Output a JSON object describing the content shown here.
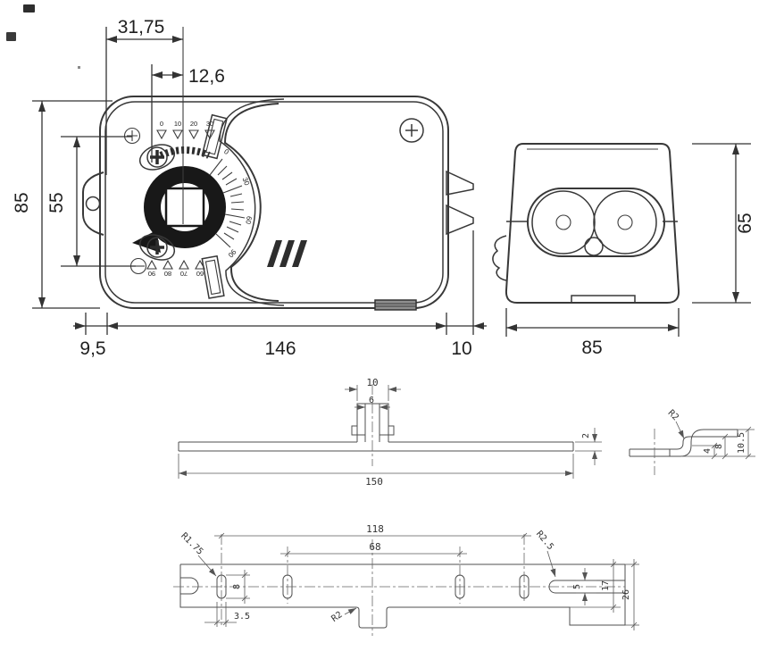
{
  "drawing": {
    "front_view": {
      "dim_top_width": "31,75",
      "dim_shaft_offset": "12,6",
      "dim_total_height": "85",
      "dim_screw_spacing": "55",
      "dim_left_ear": "9,5",
      "dim_body_length": "146",
      "dim_right_tab": "10",
      "scale_top_labels": [
        "0",
        "10",
        "20",
        "30"
      ],
      "scale_bottom_labels": [
        "90",
        "80",
        "70",
        "60"
      ],
      "dial_labels": [
        "0",
        "30",
        "60",
        "90"
      ]
    },
    "side_view": {
      "dim_height": "65",
      "dim_width": "85"
    },
    "bracket_profile": {
      "dim_tab_outer": "10",
      "dim_tab_inner": "6",
      "dim_length": "150",
      "dim_thickness": "2",
      "radius_bend": "R2",
      "dim_step1": "4",
      "dim_step2": "8",
      "dim_step3": "10.5"
    },
    "bracket_plan": {
      "dim_hole_span": "118",
      "dim_slot_span": "68",
      "radius_slot": "R1.75",
      "dim_slot_length": "8",
      "dim_slot_width": "3.5",
      "radius_notch": "R2",
      "radius_end_slot": "R2.5",
      "dim_end_slot_width": "5",
      "dim_narrow_width": "17",
      "dim_wide_width": "26"
    }
  }
}
